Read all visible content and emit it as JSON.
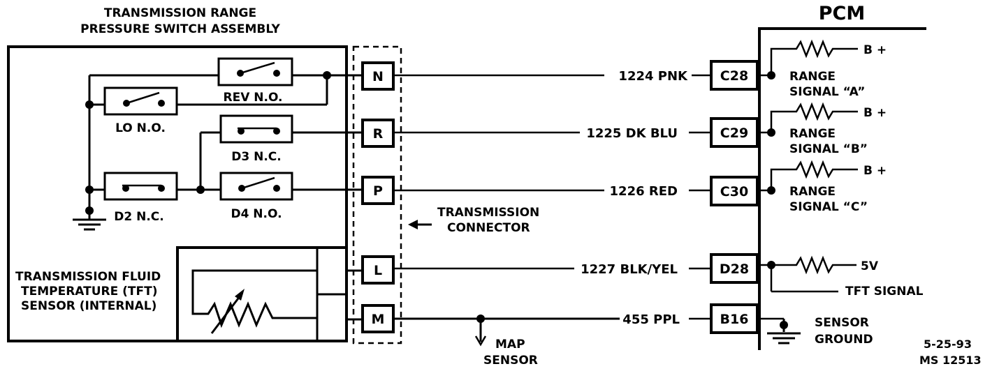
{
  "title_line1": "TRANSMISSION RANGE",
  "title_line2": "PRESSURE SWITCH ASSEMBLY",
  "pcm_label": "PCM",
  "switches": {
    "rev": "REV N.O.",
    "lo": "LO N.O.",
    "d3": "D3 N.C.",
    "d2": "D2 N.C.",
    "d4": "D4 N.O."
  },
  "tft_sensor": {
    "line1": "TRANSMISSION FLUID",
    "line2": "TEMPERATURE (TFT)",
    "line3": "SENSOR (INTERNAL)"
  },
  "connector": {
    "label_line1": "TRANSMISSION",
    "label_line2": "CONNECTOR",
    "pins": [
      "N",
      "R",
      "P",
      "L",
      "M"
    ]
  },
  "wires": [
    "1224 PNK",
    "1225 DK BLU",
    "1226 RED",
    "1227 BLK/YEL",
    "455 PPL"
  ],
  "pcm_terminals": [
    "C28",
    "C29",
    "C30",
    "D28",
    "B16"
  ],
  "pcm_signals": [
    {
      "line1": "RANGE",
      "line2": "SIGNAL “A”",
      "supply": "B +"
    },
    {
      "line1": "RANGE",
      "line2": "SIGNAL “B”",
      "supply": "B +"
    },
    {
      "line1": "RANGE",
      "line2": "SIGNAL “C”",
      "supply": "B +"
    }
  ],
  "tft_signal": {
    "label": "TFT SIGNAL",
    "supply": "5V"
  },
  "sensor_ground": {
    "line1": "SENSOR",
    "line2": "GROUND"
  },
  "map_sensor": {
    "line1": "MAP",
    "line2": "SENSOR"
  },
  "footer": {
    "date": "5-25-93",
    "code": "MS 12513"
  }
}
